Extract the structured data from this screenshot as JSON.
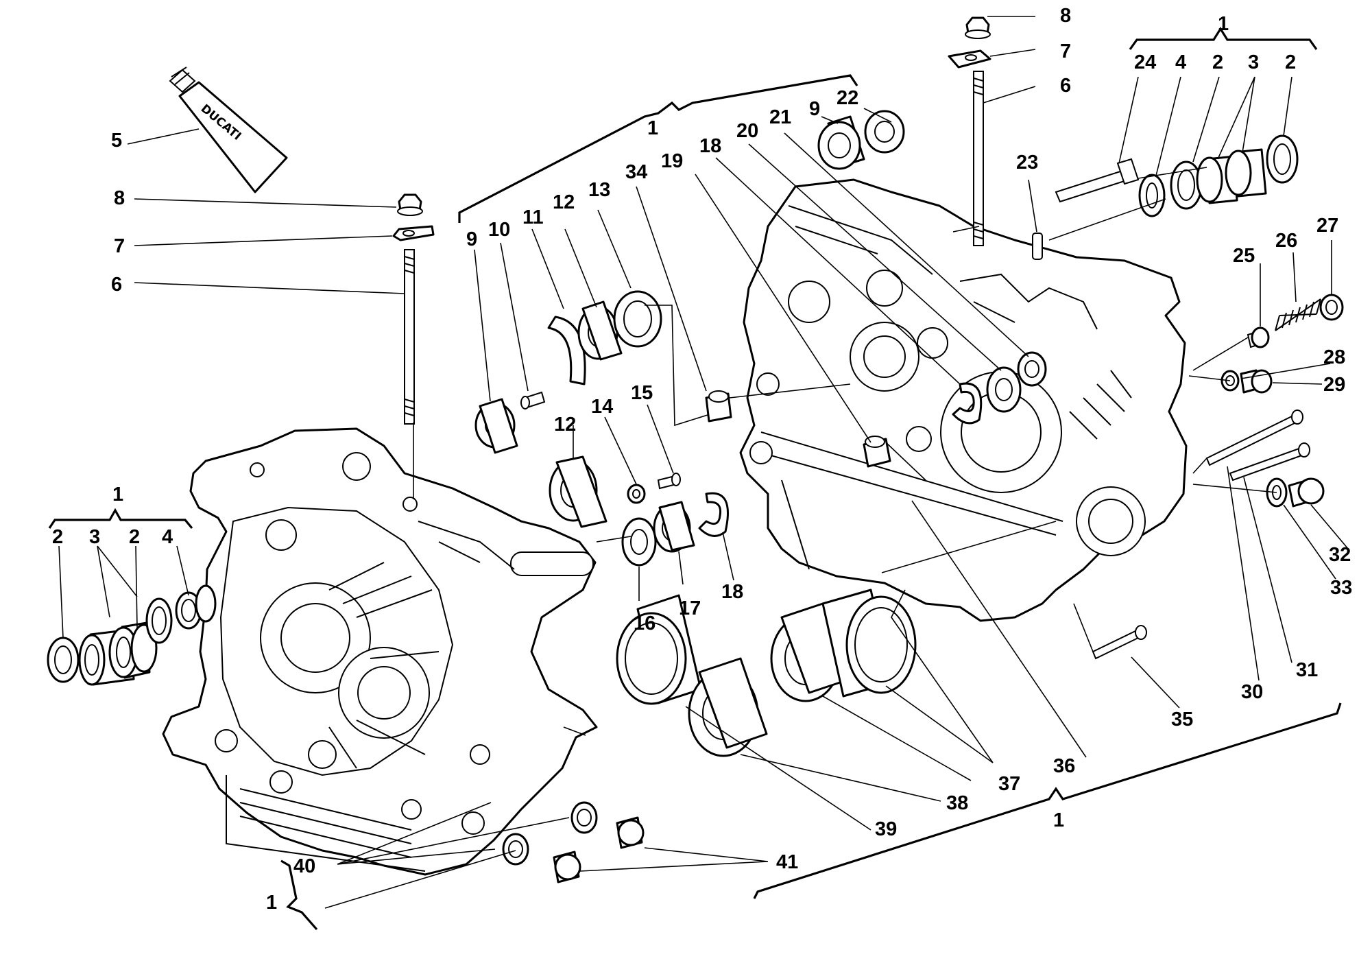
{
  "diagram": {
    "brand_text": "DUCATI",
    "callouts": [
      {
        "id": "c1_top",
        "text": "1"
      },
      {
        "id": "c1_topright",
        "text": "1"
      },
      {
        "id": "c1_left",
        "text": "1"
      },
      {
        "id": "c1_bottom",
        "text": "1"
      },
      {
        "id": "c1_bottomleft",
        "text": "1"
      },
      {
        "id": "c2_a",
        "text": "2"
      },
      {
        "id": "c2_b",
        "text": "2"
      },
      {
        "id": "c2_c",
        "text": "2"
      },
      {
        "id": "c2_d",
        "text": "2"
      },
      {
        "id": "c3_a",
        "text": "3"
      },
      {
        "id": "c3_b",
        "text": "3"
      },
      {
        "id": "c4_a",
        "text": "4"
      },
      {
        "id": "c4_b",
        "text": "4"
      },
      {
        "id": "c5",
        "text": "5"
      },
      {
        "id": "c6_a",
        "text": "6"
      },
      {
        "id": "c6_b",
        "text": "6"
      },
      {
        "id": "c7_a",
        "text": "7"
      },
      {
        "id": "c7_b",
        "text": "7"
      },
      {
        "id": "c8_a",
        "text": "8"
      },
      {
        "id": "c8_b",
        "text": "8"
      },
      {
        "id": "c9_a",
        "text": "9"
      },
      {
        "id": "c9_b",
        "text": "9"
      },
      {
        "id": "c10",
        "text": "10"
      },
      {
        "id": "c11",
        "text": "11"
      },
      {
        "id": "c12_a",
        "text": "12"
      },
      {
        "id": "c12_b",
        "text": "12"
      },
      {
        "id": "c13",
        "text": "13"
      },
      {
        "id": "c14",
        "text": "14"
      },
      {
        "id": "c15",
        "text": "15"
      },
      {
        "id": "c16",
        "text": "16"
      },
      {
        "id": "c17",
        "text": "17"
      },
      {
        "id": "c18_a",
        "text": "18"
      },
      {
        "id": "c18_b",
        "text": "18"
      },
      {
        "id": "c19",
        "text": "19"
      },
      {
        "id": "c20",
        "text": "20"
      },
      {
        "id": "c21",
        "text": "21"
      },
      {
        "id": "c22",
        "text": "22"
      },
      {
        "id": "c23",
        "text": "23"
      },
      {
        "id": "c24",
        "text": "24"
      },
      {
        "id": "c25",
        "text": "25"
      },
      {
        "id": "c26",
        "text": "26"
      },
      {
        "id": "c27",
        "text": "27"
      },
      {
        "id": "c28",
        "text": "28"
      },
      {
        "id": "c29",
        "text": "29"
      },
      {
        "id": "c30",
        "text": "30"
      },
      {
        "id": "c31",
        "text": "31"
      },
      {
        "id": "c32",
        "text": "32"
      },
      {
        "id": "c33",
        "text": "33"
      },
      {
        "id": "c34",
        "text": "34"
      },
      {
        "id": "c35",
        "text": "35"
      },
      {
        "id": "c36",
        "text": "36"
      },
      {
        "id": "c37",
        "text": "37"
      },
      {
        "id": "c38",
        "text": "38"
      },
      {
        "id": "c39",
        "text": "39"
      },
      {
        "id": "c40",
        "text": "40"
      },
      {
        "id": "c41",
        "text": "41"
      }
    ]
  }
}
